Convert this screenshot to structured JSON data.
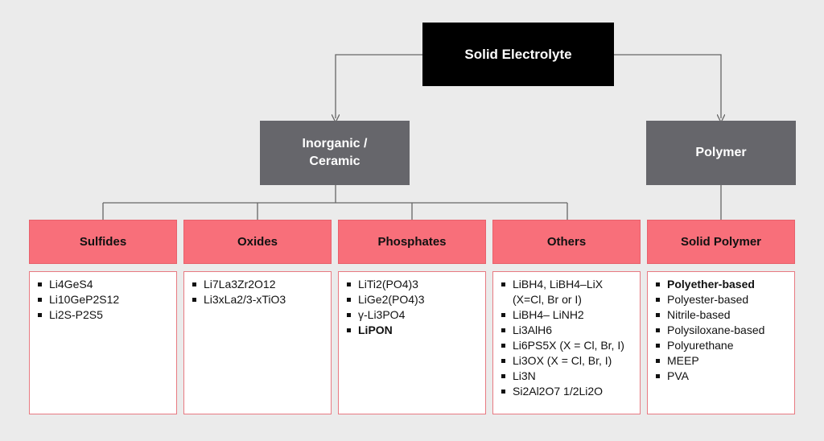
{
  "root": {
    "label": "Solid Electrolyte"
  },
  "branches": {
    "inorganic": {
      "label_line1": "Inorganic /",
      "label_line2": "Ceramic"
    },
    "polymer": {
      "label": "Polymer"
    }
  },
  "categories": [
    {
      "label": "Sulfides",
      "items": [
        {
          "text": "Li4GeS4",
          "bold": false
        },
        {
          "text": "Li10GeP2S12",
          "bold": false
        },
        {
          "text": "Li2S-P2S5",
          "bold": false
        }
      ]
    },
    {
      "label": "Oxides",
      "items": [
        {
          "text": "Li7La3Zr2O12",
          "bold": false
        },
        {
          "text": "Li3xLa2/3-xTiO3",
          "bold": false
        }
      ]
    },
    {
      "label": "Phosphates",
      "items": [
        {
          "text": "LiTi2(PO4)3",
          "bold": false
        },
        {
          "text": "LiGe2(PO4)3",
          "bold": false
        },
        {
          "text": "γ-Li3PO4",
          "bold": false
        },
        {
          "text": "LiPON",
          "bold": true
        }
      ]
    },
    {
      "label": "Others",
      "items": [
        {
          "text": "LiBH4, LiBH4–LiX",
          "bold": false
        },
        {
          "text": "(X=Cl, Br or I)",
          "bold": false,
          "continuation": true
        },
        {
          "text": "LiBH4– LiNH2",
          "bold": false
        },
        {
          "text": "Li3AlH6",
          "bold": false
        },
        {
          "text": "Li6PS5X (X = Cl, Br, I)",
          "bold": false
        },
        {
          "text": "Li3OX (X = Cl, Br, I)",
          "bold": false
        },
        {
          "text": "Li3N",
          "bold": false
        },
        {
          "text": "Si2Al2O7 1/2Li2O",
          "bold": false
        }
      ]
    },
    {
      "label": "Solid Polymer",
      "items": [
        {
          "text": "Polyether-based",
          "bold": true
        },
        {
          "text": "Polyester-based",
          "bold": false
        },
        {
          "text": "Nitrile-based",
          "bold": false
        },
        {
          "text": "Polysiloxane-based",
          "bold": false
        },
        {
          "text": "Polyurethane",
          "bold": false
        },
        {
          "text": "MEEP",
          "bold": false
        },
        {
          "text": "PVA",
          "bold": false
        }
      ]
    }
  ],
  "colors": {
    "background": "#ebebeb",
    "root": "#000000",
    "branch": "#66666b",
    "category": "#f86f7a",
    "list_border": "#e87a82",
    "connector": "#666666"
  }
}
